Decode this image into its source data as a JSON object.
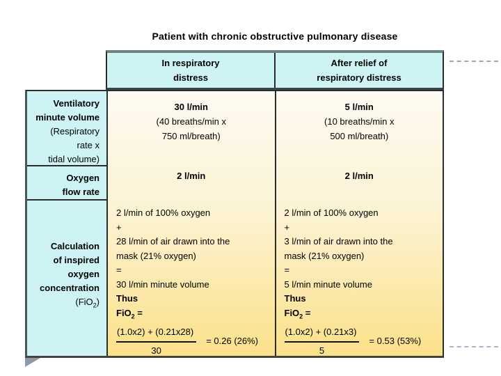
{
  "title": "Patient with chronic obstructive pulmonary disease",
  "colors": {
    "header_fill": "#cdf3f4",
    "cell_gradient_top": "#fdfaf2",
    "cell_gradient_bottom": "#fbe189",
    "border": "#2b2b2b",
    "dashed_line_gray": "#a6a6a6",
    "corner_shadow": "#8d99a6"
  },
  "table": {
    "column_headers": [
      {
        "line1": "In respiratory",
        "line2": "distress"
      },
      {
        "line1": "After relief of",
        "line2": "respiratory distress"
      }
    ],
    "row_headers": {
      "ventilatory": {
        "line1": "Ventilatory",
        "line2": "minute volume",
        "line3": "(Respiratory",
        "line4": "rate x",
        "line5": "tidal volume)"
      },
      "oxygen": {
        "line1": "Oxygen",
        "line2": "flow rate"
      },
      "calculation": {
        "line1": "Calculation",
        "line2": "of inspired",
        "line3": "oxygen",
        "line4": "concentration",
        "fio2_pre": "(FiO",
        "fio2_sub": "2",
        "fio2_post": ")"
      }
    },
    "columns": [
      {
        "ventilatory_value": "30 l/min",
        "ventilatory_detail_1": "(40 breaths/min x",
        "ventilatory_detail_2": "750 ml/breath)",
        "oxygen_value": "2 l/min",
        "calc_lines": [
          "2 l/min of 100% oxygen",
          "+",
          "28 l/min of air drawn into the",
          "mask (21% oxygen)",
          "=",
          "30 l/min minute volume"
        ],
        "thus_label": "Thus",
        "fio2_pre": "FiO",
        "fio2_sub": "2",
        "fio2_post": " =",
        "fraction": {
          "numerator": "(1.0x2) + (0.21x28)",
          "denominator": "30",
          "result": "= 0.26 (26%)"
        }
      },
      {
        "ventilatory_value": "5 l/min",
        "ventilatory_detail_1": "(10 breaths/min x",
        "ventilatory_detail_2": "500 ml/breath)",
        "oxygen_value": "2 l/min",
        "calc_lines": [
          "2 l/min of 100% oxygen",
          "+",
          "3 l/min of air drawn into the",
          "mask (21% oxygen)",
          "=",
          "5 l/min minute volume"
        ],
        "thus_label": "Thus",
        "fio2_pre": "FiO",
        "fio2_sub": "2",
        "fio2_post": " =",
        "fraction": {
          "numerator": "(1.0x2) + (0.21x3)",
          "denominator": "5",
          "result": "= 0.53 (53%)"
        }
      }
    ]
  }
}
